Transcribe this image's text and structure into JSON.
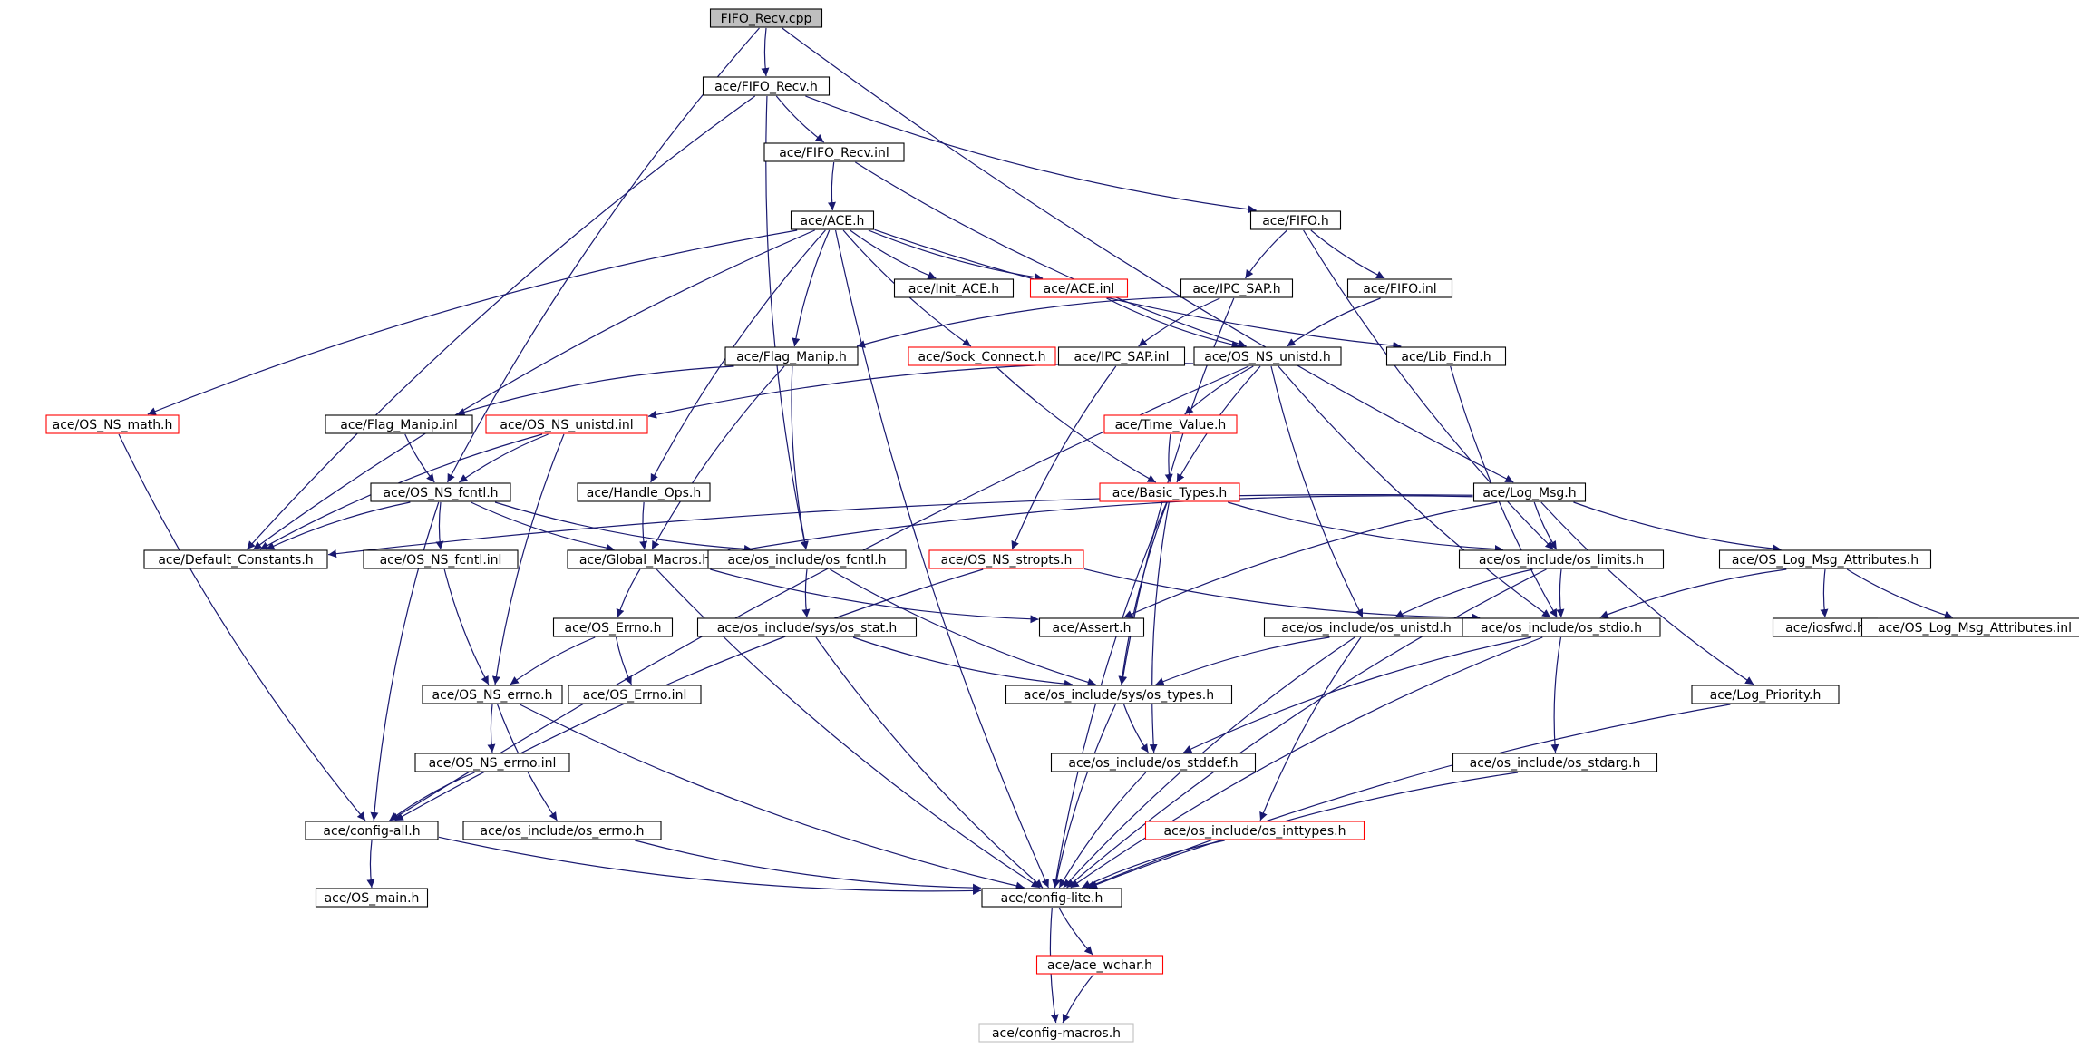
{
  "graph": {
    "colors": {
      "edge": "#191970",
      "node_border_default": "#000000",
      "node_border_unexpanded": "#ff0000",
      "node_border_external": "#bfbfbf",
      "root_fill": "#bfbfbf"
    },
    "nodes": [
      {
        "id": "root",
        "label": "FIFO_Recv.cpp",
        "style": "root"
      },
      {
        "id": "fifo_recv_h",
        "label": "ace/FIFO_Recv.h",
        "style": "normal"
      },
      {
        "id": "fifo_recv_inl",
        "label": "ace/FIFO_Recv.inl",
        "style": "normal"
      },
      {
        "id": "ace_h",
        "label": "ace/ACE.h",
        "style": "normal"
      },
      {
        "id": "fifo_h",
        "label": "ace/FIFO.h",
        "style": "normal"
      },
      {
        "id": "init_ace_h",
        "label": "ace/Init_ACE.h",
        "style": "normal"
      },
      {
        "id": "ace_inl",
        "label": "ace/ACE.inl",
        "style": "red"
      },
      {
        "id": "ipc_sap_h",
        "label": "ace/IPC_SAP.h",
        "style": "normal"
      },
      {
        "id": "fifo_inl",
        "label": "ace/FIFO.inl",
        "style": "normal"
      },
      {
        "id": "flag_manip_h",
        "label": "ace/Flag_Manip.h",
        "style": "normal"
      },
      {
        "id": "sock_connect_h",
        "label": "ace/Sock_Connect.h",
        "style": "red"
      },
      {
        "id": "ipc_sap_inl",
        "label": "ace/IPC_SAP.inl",
        "style": "normal"
      },
      {
        "id": "os_ns_unistd_h",
        "label": "ace/OS_NS_unistd.h",
        "style": "normal"
      },
      {
        "id": "lib_find_h",
        "label": "ace/Lib_Find.h",
        "style": "normal"
      },
      {
        "id": "os_ns_math_h",
        "label": "ace/OS_NS_math.h",
        "style": "red"
      },
      {
        "id": "flag_manip_inl",
        "label": "ace/Flag_Manip.inl",
        "style": "normal"
      },
      {
        "id": "os_ns_unistd_inl",
        "label": "ace/OS_NS_unistd.inl",
        "style": "red"
      },
      {
        "id": "time_value_h",
        "label": "ace/Time_Value.h",
        "style": "red"
      },
      {
        "id": "os_ns_fcntl_h",
        "label": "ace/OS_NS_fcntl.h",
        "style": "normal"
      },
      {
        "id": "handle_ops_h",
        "label": "ace/Handle_Ops.h",
        "style": "normal"
      },
      {
        "id": "basic_types_h",
        "label": "ace/Basic_Types.h",
        "style": "red"
      },
      {
        "id": "log_msg_h",
        "label": "ace/Log_Msg.h",
        "style": "normal"
      },
      {
        "id": "default_constants_h",
        "label": "ace/Default_Constants.h",
        "style": "normal"
      },
      {
        "id": "os_ns_fcntl_inl",
        "label": "ace/OS_NS_fcntl.inl",
        "style": "normal"
      },
      {
        "id": "global_macros_h",
        "label": "ace/Global_Macros.h",
        "style": "normal"
      },
      {
        "id": "os_fcntl_h",
        "label": "ace/os_include/os_fcntl.h",
        "style": "normal"
      },
      {
        "id": "os_ns_stropts_h",
        "label": "ace/OS_NS_stropts.h",
        "style": "red"
      },
      {
        "id": "os_limits_h",
        "label": "ace/os_include/os_limits.h",
        "style": "normal"
      },
      {
        "id": "os_log_msg_attr_h",
        "label": "ace/OS_Log_Msg_Attributes.h",
        "style": "normal"
      },
      {
        "id": "os_errno_h",
        "label": "ace/OS_Errno.h",
        "style": "normal"
      },
      {
        "id": "os_stat_h",
        "label": "ace/os_include/sys/os_stat.h",
        "style": "normal"
      },
      {
        "id": "assert_h",
        "label": "ace/Assert.h",
        "style": "normal"
      },
      {
        "id": "os_unistd_h",
        "label": "ace/os_include/os_unistd.h",
        "style": "normal"
      },
      {
        "id": "os_stdio_h",
        "label": "ace/os_include/os_stdio.h",
        "style": "normal"
      },
      {
        "id": "iosfwd_h",
        "label": "ace/iosfwd.h",
        "style": "normal"
      },
      {
        "id": "os_log_msg_attr_inl",
        "label": "ace/OS_Log_Msg_Attributes.inl",
        "style": "normal"
      },
      {
        "id": "os_ns_errno_h",
        "label": "ace/OS_NS_errno.h",
        "style": "normal"
      },
      {
        "id": "os_errno_inl",
        "label": "ace/OS_Errno.inl",
        "style": "normal"
      },
      {
        "id": "os_types_h",
        "label": "ace/os_include/sys/os_types.h",
        "style": "normal"
      },
      {
        "id": "log_priority_h",
        "label": "ace/Log_Priority.h",
        "style": "normal"
      },
      {
        "id": "os_ns_errno_inl",
        "label": "ace/OS_NS_errno.inl",
        "style": "normal"
      },
      {
        "id": "os_stddef_h",
        "label": "ace/os_include/os_stddef.h",
        "style": "normal"
      },
      {
        "id": "os_stdarg_h",
        "label": "ace/os_include/os_stdarg.h",
        "style": "normal"
      },
      {
        "id": "config_all_h",
        "label": "ace/config-all.h",
        "style": "normal"
      },
      {
        "id": "os_errno_os_h",
        "label": "ace/os_include/os_errno.h",
        "style": "normal"
      },
      {
        "id": "os_inttypes_h",
        "label": "ace/os_include/os_inttypes.h",
        "style": "red"
      },
      {
        "id": "os_main_h",
        "label": "ace/OS_main.h",
        "style": "normal"
      },
      {
        "id": "config_lite_h",
        "label": "ace/config-lite.h",
        "style": "normal"
      },
      {
        "id": "ace_wchar_h",
        "label": "ace/ace_wchar.h",
        "style": "red"
      },
      {
        "id": "config_macros_h",
        "label": "ace/config-macros.h",
        "style": "gray"
      }
    ],
    "edges": [
      [
        "root",
        "fifo_recv_h"
      ],
      [
        "root",
        "os_ns_fcntl_h"
      ],
      [
        "root",
        "log_msg_h"
      ],
      [
        "fifo_recv_h",
        "fifo_recv_inl"
      ],
      [
        "fifo_recv_h",
        "fifo_h"
      ],
      [
        "fifo_recv_h",
        "default_constants_h"
      ],
      [
        "fifo_recv_h",
        "os_fcntl_h"
      ],
      [
        "fifo_recv_inl",
        "ace_h"
      ],
      [
        "fifo_recv_inl",
        "os_ns_unistd_h"
      ],
      [
        "ace_h",
        "init_ace_h"
      ],
      [
        "ace_h",
        "ace_inl"
      ],
      [
        "ace_h",
        "flag_manip_h"
      ],
      [
        "ace_h",
        "sock_connect_h"
      ],
      [
        "ace_h",
        "lib_find_h"
      ],
      [
        "ace_h",
        "os_ns_math_h"
      ],
      [
        "ace_h",
        "handle_ops_h"
      ],
      [
        "ace_h",
        "default_constants_h"
      ],
      [
        "ace_h",
        "config_lite_h"
      ],
      [
        "fifo_h",
        "ipc_sap_h"
      ],
      [
        "fifo_h",
        "fifo_inl"
      ],
      [
        "fifo_h",
        "os_limits_h"
      ],
      [
        "ace_inl",
        "os_ns_unistd_h"
      ],
      [
        "ipc_sap_h",
        "ipc_sap_inl"
      ],
      [
        "ipc_sap_h",
        "flag_manip_h"
      ],
      [
        "ipc_sap_h",
        "os_types_h"
      ],
      [
        "fifo_inl",
        "os_ns_unistd_h"
      ],
      [
        "flag_manip_h",
        "flag_manip_inl"
      ],
      [
        "flag_manip_h",
        "global_macros_h"
      ],
      [
        "flag_manip_h",
        "os_fcntl_h"
      ],
      [
        "sock_connect_h",
        "basic_types_h"
      ],
      [
        "ipc_sap_inl",
        "os_ns_stropts_h"
      ],
      [
        "os_ns_unistd_h",
        "os_ns_unistd_inl"
      ],
      [
        "os_ns_unistd_h",
        "time_value_h"
      ],
      [
        "os_ns_unistd_h",
        "basic_types_h"
      ],
      [
        "os_ns_unistd_h",
        "os_unistd_h"
      ],
      [
        "os_ns_unistd_h",
        "os_stdio_h"
      ],
      [
        "os_ns_unistd_h",
        "config_all_h"
      ],
      [
        "lib_find_h",
        "os_stdio_h"
      ],
      [
        "os_ns_math_h",
        "config_all_h"
      ],
      [
        "flag_manip_inl",
        "os_ns_fcntl_h"
      ],
      [
        "os_ns_unistd_inl",
        "os_ns_fcntl_h"
      ],
      [
        "os_ns_unistd_inl",
        "default_constants_h"
      ],
      [
        "os_ns_unistd_inl",
        "os_ns_errno_h"
      ],
      [
        "time_value_h",
        "basic_types_h"
      ],
      [
        "os_ns_fcntl_h",
        "os_ns_fcntl_inl"
      ],
      [
        "os_ns_fcntl_h",
        "global_macros_h"
      ],
      [
        "os_ns_fcntl_h",
        "os_fcntl_h"
      ],
      [
        "os_ns_fcntl_h",
        "default_constants_h"
      ],
      [
        "os_ns_fcntl_h",
        "config_all_h"
      ],
      [
        "handle_ops_h",
        "global_macros_h"
      ],
      [
        "basic_types_h",
        "os_limits_h"
      ],
      [
        "basic_types_h",
        "os_types_h"
      ],
      [
        "basic_types_h",
        "os_stddef_h"
      ],
      [
        "basic_types_h",
        "config_lite_h"
      ],
      [
        "log_msg_h",
        "os_limits_h"
      ],
      [
        "log_msg_h",
        "os_log_msg_attr_h"
      ],
      [
        "log_msg_h",
        "log_priority_h"
      ],
      [
        "log_msg_h",
        "assert_h"
      ],
      [
        "log_msg_h",
        "default_constants_h"
      ],
      [
        "log_msg_h",
        "global_macros_h"
      ],
      [
        "os_ns_fcntl_inl",
        "os_ns_errno_h"
      ],
      [
        "global_macros_h",
        "os_errno_h"
      ],
      [
        "global_macros_h",
        "assert_h"
      ],
      [
        "global_macros_h",
        "config_lite_h"
      ],
      [
        "os_fcntl_h",
        "os_stat_h"
      ],
      [
        "os_fcntl_h",
        "os_types_h"
      ],
      [
        "os_ns_stropts_h",
        "os_stdio_h"
      ],
      [
        "os_ns_stropts_h",
        "config_all_h"
      ],
      [
        "os_limits_h",
        "os_unistd_h"
      ],
      [
        "os_limits_h",
        "os_stdio_h"
      ],
      [
        "os_limits_h",
        "config_lite_h"
      ],
      [
        "os_log_msg_attr_h",
        "iosfwd_h"
      ],
      [
        "os_log_msg_attr_h",
        "os_log_msg_attr_inl"
      ],
      [
        "os_log_msg_attr_h",
        "os_stdio_h"
      ],
      [
        "os_errno_h",
        "os_ns_errno_h"
      ],
      [
        "os_errno_h",
        "os_errno_inl"
      ],
      [
        "os_stat_h",
        "os_types_h"
      ],
      [
        "os_stat_h",
        "config_lite_h"
      ],
      [
        "os_unistd_h",
        "os_types_h"
      ],
      [
        "os_unistd_h",
        "os_inttypes_h"
      ],
      [
        "os_unistd_h",
        "config_lite_h"
      ],
      [
        "os_stdio_h",
        "os_stddef_h"
      ],
      [
        "os_stdio_h",
        "os_stdarg_h"
      ],
      [
        "os_stdio_h",
        "config_lite_h"
      ],
      [
        "os_ns_errno_h",
        "os_ns_errno_inl"
      ],
      [
        "os_ns_errno_h",
        "os_errno_os_h"
      ],
      [
        "os_ns_errno_h",
        "config_lite_h"
      ],
      [
        "os_types_h",
        "os_stddef_h"
      ],
      [
        "os_types_h",
        "config_lite_h"
      ],
      [
        "log_priority_h",
        "config_lite_h"
      ],
      [
        "os_ns_errno_inl",
        "config_all_h"
      ],
      [
        "os_stddef_h",
        "config_lite_h"
      ],
      [
        "os_stdarg_h",
        "config_lite_h"
      ],
      [
        "config_all_h",
        "os_main_h"
      ],
      [
        "config_all_h",
        "config_lite_h"
      ],
      [
        "os_errno_os_h",
        "config_lite_h"
      ],
      [
        "os_inttypes_h",
        "config_lite_h"
      ],
      [
        "config_lite_h",
        "ace_wchar_h"
      ],
      [
        "config_lite_h",
        "config_macros_h"
      ],
      [
        "ace_wchar_h",
        "config_macros_h"
      ]
    ]
  }
}
